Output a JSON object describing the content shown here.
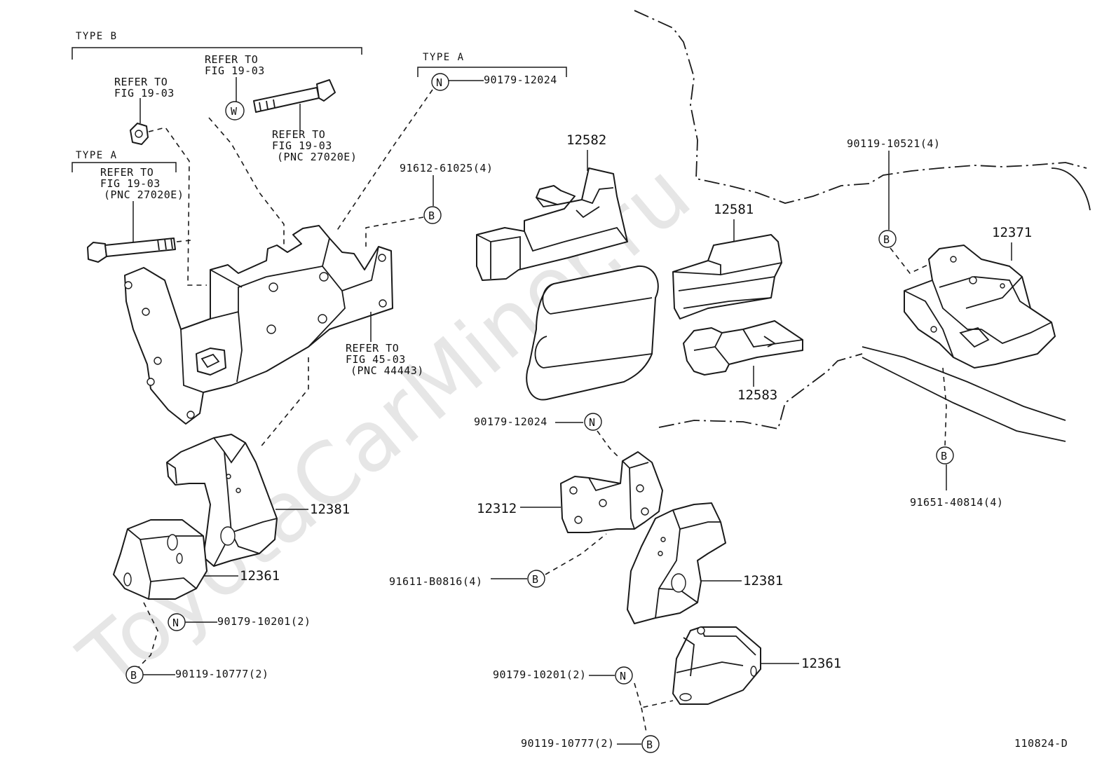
{
  "watermark": "ToyotaCarMiner.ru",
  "diagram_code": "110824-D",
  "brackets": {
    "type_b": "TYPE B",
    "type_a_upper": "TYPE A",
    "type_a_left": "TYPE A"
  },
  "circle_symbols": {
    "n": "N",
    "b": "B",
    "w": "W"
  },
  "refs": {
    "fig1903_nut": [
      "REFER TO",
      "FIG 19-03"
    ],
    "fig1903_washer": [
      "REFER TO",
      "FIG 19-03"
    ],
    "fig1903_bolt_b": [
      "REFER TO",
      "FIG 19-03",
      "(PNC 27020E)"
    ],
    "fig1903_bolt_a": [
      "REFER TO",
      "FIG 19-03",
      "(PNC 27020E)"
    ],
    "fig4503": [
      "REFER TO",
      "FIG 45-03",
      "(PNC 44443)"
    ]
  },
  "parts": {
    "p12582": "12582",
    "p12581": "12581",
    "p12583": "12583",
    "p12371": "12371",
    "p12312": "12312",
    "p12381_left": "12381",
    "p12361_left": "12361",
    "p12381_right": "12381",
    "p12361_right": "12361",
    "p90179_12024_top": "90179-12024",
    "p91612_61025": "91612-61025(4)",
    "p90119_10521": "90119-10521(4)",
    "p90179_12024_mid": "90179-12024",
    "p91651_40814": "91651-40814(4)",
    "p91611_b0816": "91611-B0816(4)",
    "p90179_10201_left": "90179-10201(2)",
    "p90119_10777_left": "90119-10777(2)",
    "p90179_10201_right": "90179-10201(2)",
    "p90119_10777_right": "90119-10777(2)"
  }
}
